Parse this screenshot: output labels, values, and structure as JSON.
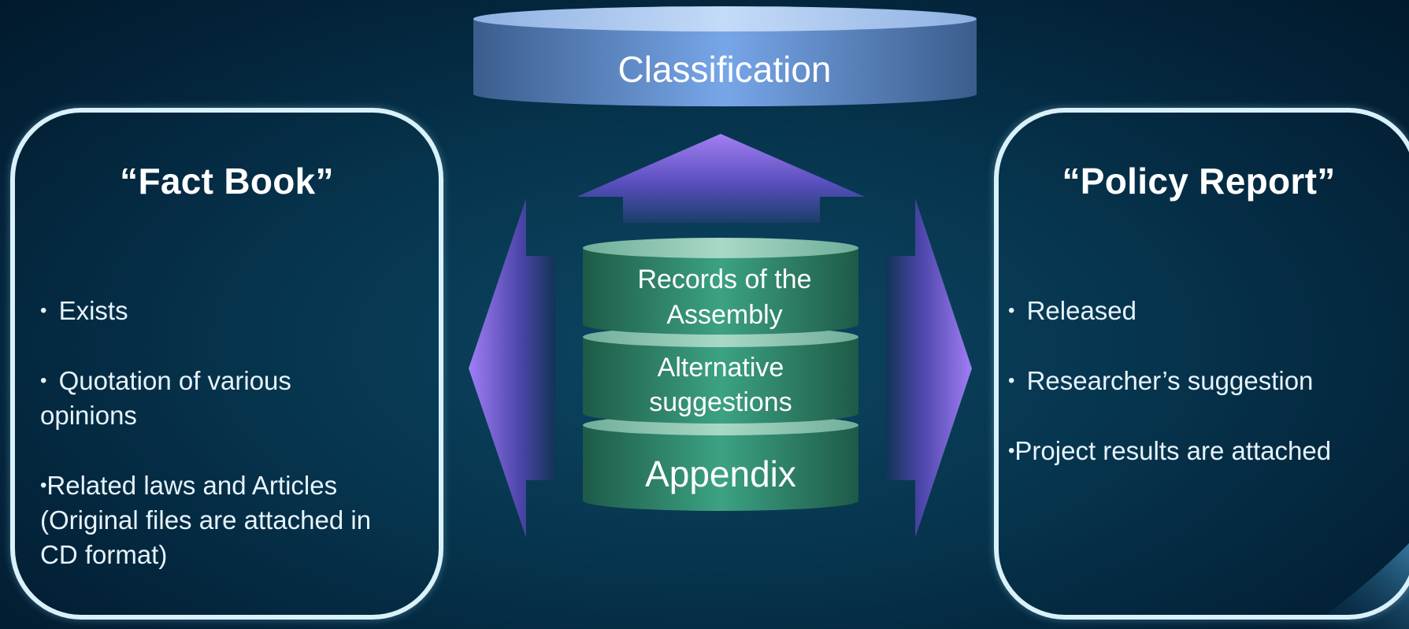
{
  "classification": {
    "title": "Classification"
  },
  "center_stack": {
    "layers": [
      {
        "lines": [
          "Records of the",
          "Assembly"
        ]
      },
      {
        "lines": [
          "Alternative",
          "suggestions"
        ]
      },
      {
        "lines": [
          "Appendix"
        ]
      }
    ]
  },
  "fact_book": {
    "title": "“Fact Book”",
    "bullets": [
      {
        "dot": "•",
        "text": " Exists"
      },
      {
        "dot": "•",
        "text": " Quotation of various\n   opinions"
      },
      {
        "dot": "•",
        "text": "Related laws and Articles\n(Original files are attached in\nCD format)"
      }
    ]
  },
  "policy_report": {
    "title": "“Policy Report”",
    "bullets": [
      {
        "dot": "•",
        "text": " Released"
      },
      {
        "dot": "•",
        "text": " Researcher’s  suggestion"
      },
      {
        "dot": "•",
        "text": "Project results are attached"
      }
    ]
  },
  "colors": {
    "background": "#06344d",
    "panel_border": "#d9f1fb",
    "arrow_purple": "#9b7cf0",
    "cylinder_green": "#2f8f73",
    "classification_blue": "#6f9fe0"
  }
}
